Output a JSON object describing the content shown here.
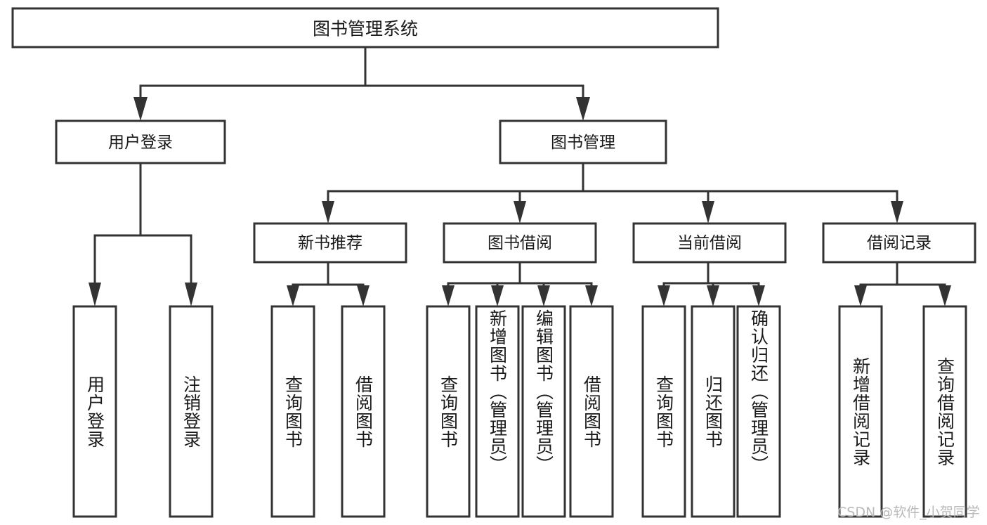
{
  "diagram": {
    "type": "tree-hierarchy",
    "title": "图书管理系统",
    "watermark": "CSDN @软件_小贺同学",
    "colors": {
      "box_stroke": "#333333",
      "box_fill": "#ffffff",
      "connector": "#333333",
      "text": "#1a1a1a",
      "watermark": "#b9b9b9",
      "background": "#ffffff"
    },
    "root": {
      "id": "root",
      "label": "图书管理系统"
    },
    "level2": [
      {
        "id": "user-login",
        "label": "用户登录"
      },
      {
        "id": "book-manage",
        "label": "图书管理"
      }
    ],
    "level3": [
      {
        "id": "new-book-recommend",
        "label": "新书推荐",
        "parent": "book-manage"
      },
      {
        "id": "book-borrow",
        "label": "图书借阅",
        "parent": "book-manage"
      },
      {
        "id": "current-borrow",
        "label": "当前借阅",
        "parent": "book-manage"
      },
      {
        "id": "borrow-record",
        "label": "借阅记录",
        "parent": "book-manage"
      }
    ],
    "leaves": [
      {
        "id": "leaf-user-login",
        "label": "用户登录",
        "parent": "user-login"
      },
      {
        "id": "leaf-logout",
        "label": "注销登录",
        "parent": "user-login"
      },
      {
        "id": "leaf-query-book-1",
        "label": "查询图书",
        "parent": "new-book-recommend"
      },
      {
        "id": "leaf-borrow-book-1",
        "label": "借阅图书",
        "parent": "new-book-recommend"
      },
      {
        "id": "leaf-query-book-2",
        "label": "查询图书",
        "parent": "book-borrow"
      },
      {
        "id": "leaf-add-book",
        "label": "新增图书（管理员）",
        "parent": "book-borrow"
      },
      {
        "id": "leaf-edit-book",
        "label": "编辑图书（管理员）",
        "parent": "book-borrow"
      },
      {
        "id": "leaf-borrow-book-2",
        "label": "借阅图书",
        "parent": "book-borrow"
      },
      {
        "id": "leaf-query-book-3",
        "label": "查询图书",
        "parent": "current-borrow"
      },
      {
        "id": "leaf-return-book",
        "label": "归还图书",
        "parent": "current-borrow"
      },
      {
        "id": "leaf-confirm-return",
        "label": "确认归还（管理员）",
        "parent": "current-borrow"
      },
      {
        "id": "leaf-add-record",
        "label": "新增借阅记录",
        "parent": "borrow-record"
      },
      {
        "id": "leaf-query-record",
        "label": "查询借阅记录",
        "parent": "borrow-record"
      }
    ]
  }
}
